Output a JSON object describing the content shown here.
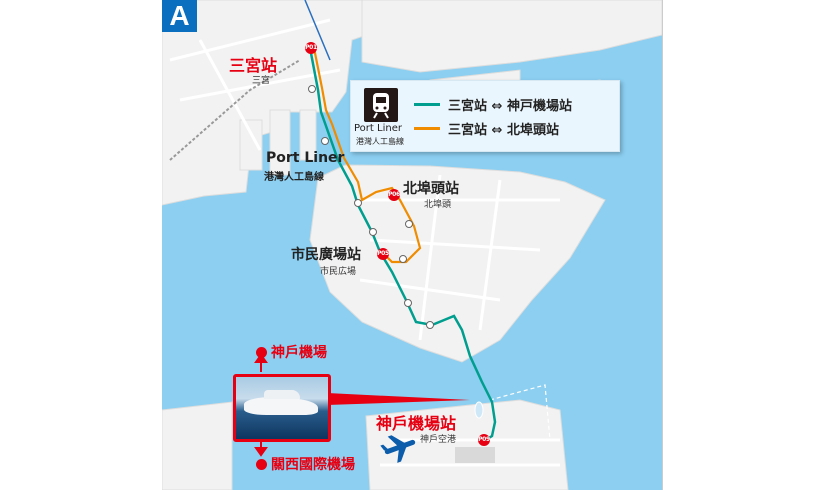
{
  "panel_label": "A",
  "stations": {
    "sannomiya": {
      "name": "三宮站",
      "sub": "三宮",
      "code": "P01"
    },
    "kita_futo": {
      "name": "北埠頭站",
      "sub": "北埠頭",
      "code": "P06"
    },
    "shimin_hiroba": {
      "name": "市民廣場站",
      "sub": "市民広場",
      "code": "P05"
    },
    "kobe_airport": {
      "name": "神戶機場站",
      "sub": "神戶空港",
      "code": "P09"
    }
  },
  "line_label": {
    "name": "Port Liner",
    "sub": "港灣人工島線"
  },
  "legend": {
    "icon": "train-icon",
    "name": "Port Liner",
    "sub": "港灣人工島線",
    "routes": [
      {
        "label": "三宮站 ⇔ 神戸機場站",
        "color": "#009e8e"
      },
      {
        "label": "三宮站 ⇔ 北埠頭站",
        "color": "#f08c00"
      }
    ]
  },
  "ferry": {
    "to_north": "神戶機場",
    "to_south": "關西國際機場"
  },
  "colors": {
    "accent": "#e60012",
    "sea": "#8ccff1",
    "badge": "#0a6fbf"
  }
}
